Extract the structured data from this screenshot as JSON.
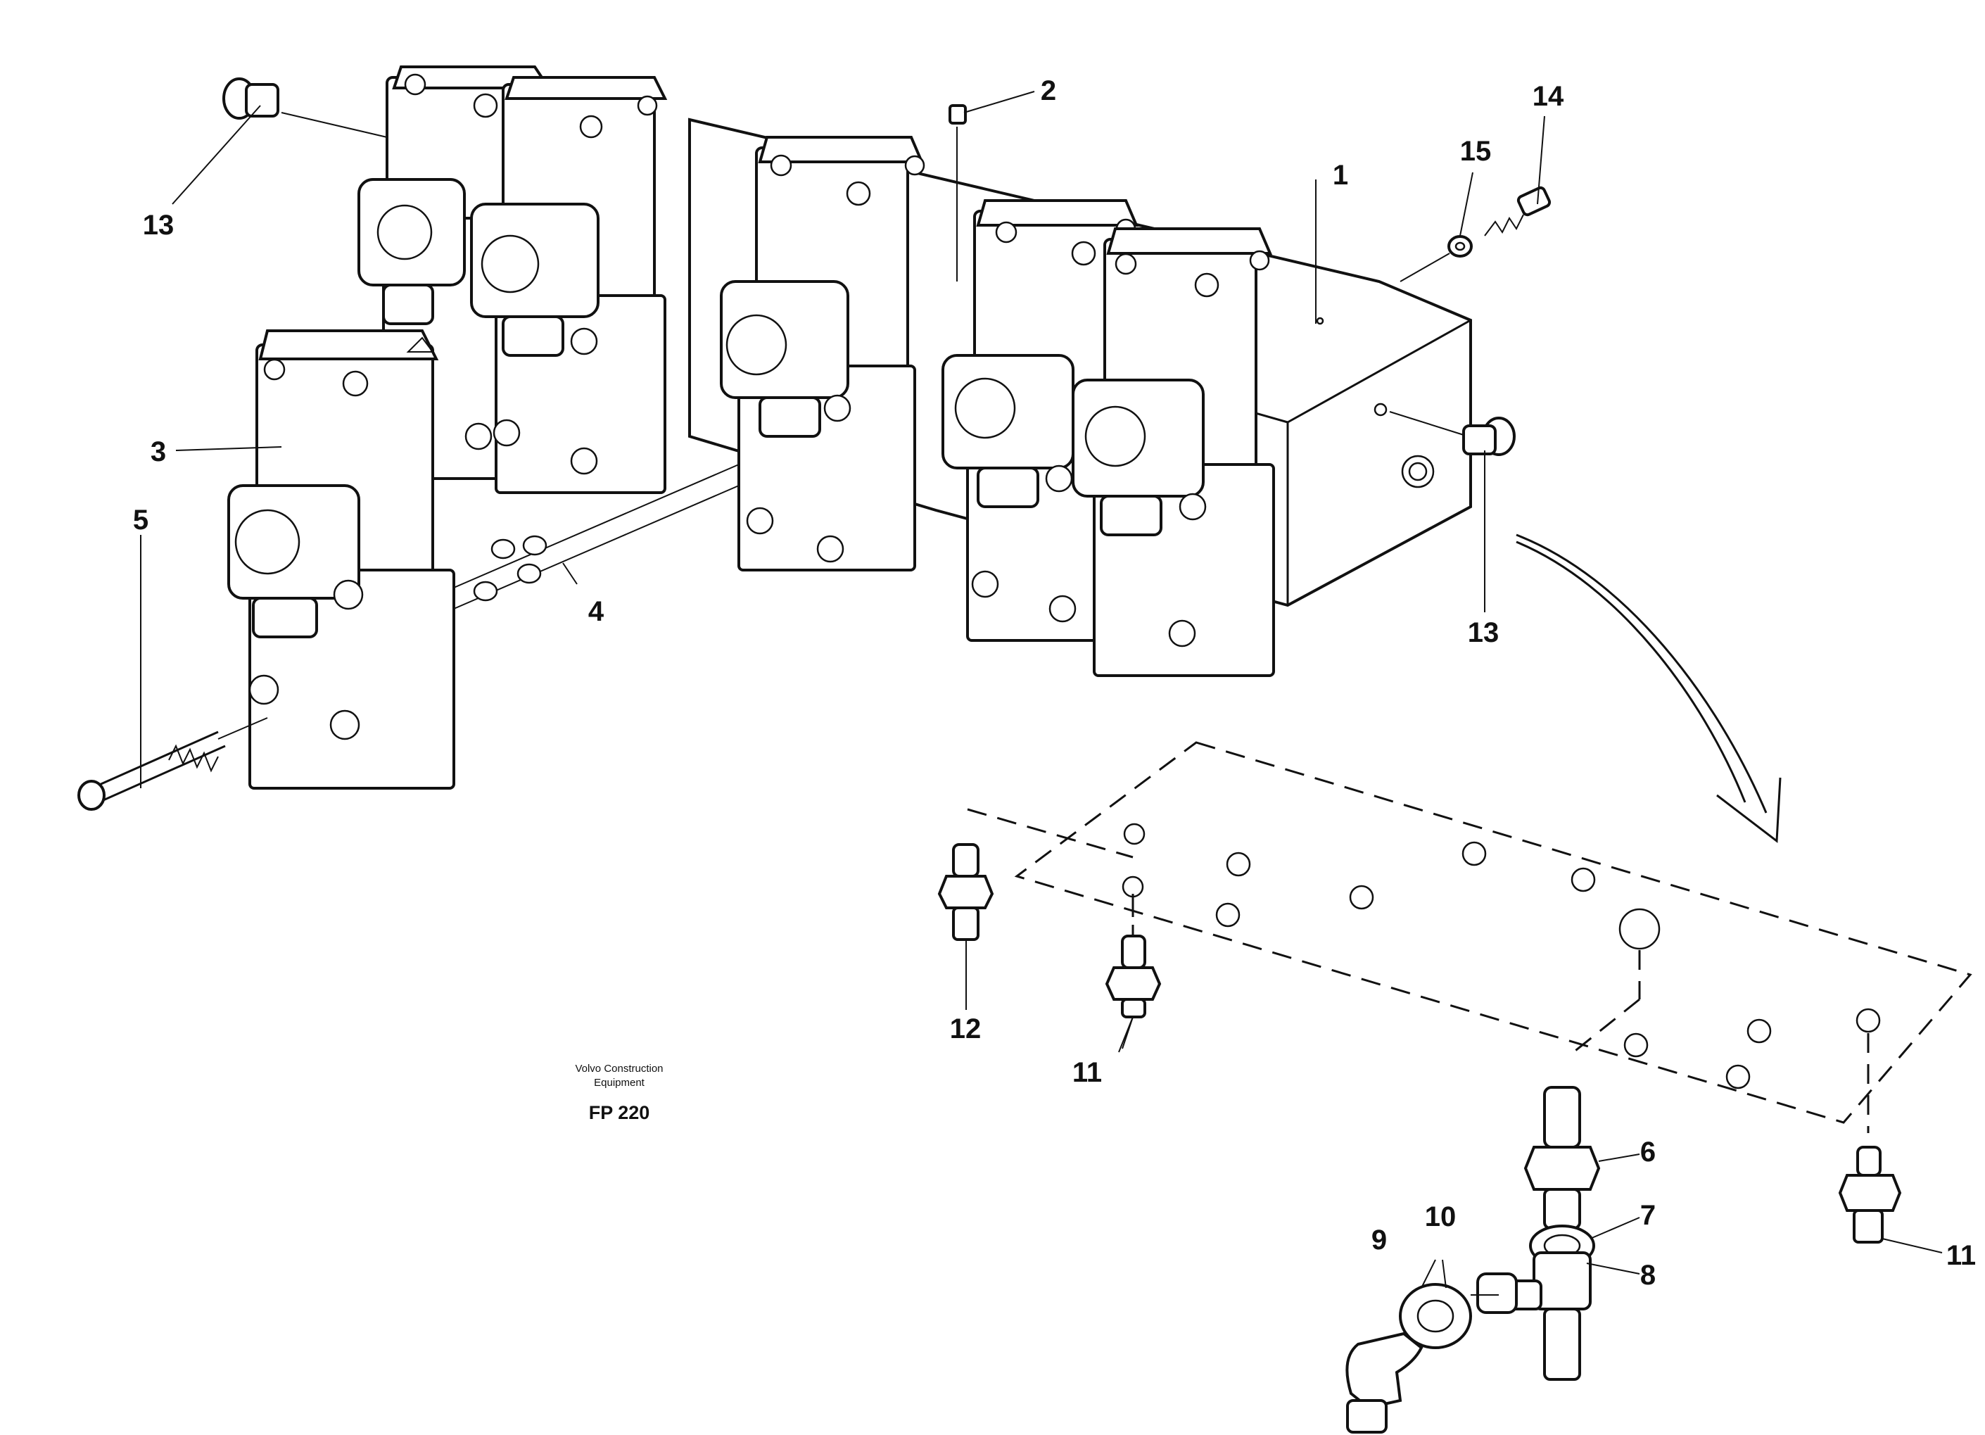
{
  "callouts": {
    "c1": "1",
    "c2": "2",
    "c3": "3",
    "c4": "4",
    "c5": "5",
    "c6": "6",
    "c7": "7",
    "c8": "8",
    "c9": "9",
    "c10": "10",
    "c11a": "11",
    "c11b": "11",
    "c12": "12",
    "c13a": "13",
    "c13b": "13",
    "c14": "14",
    "c15": "15"
  },
  "credit": {
    "line1": "Volvo Construction",
    "line2": "Equipment",
    "code": "FP 220"
  },
  "colors": {
    "line": "#111111",
    "background": "#ffffff"
  }
}
